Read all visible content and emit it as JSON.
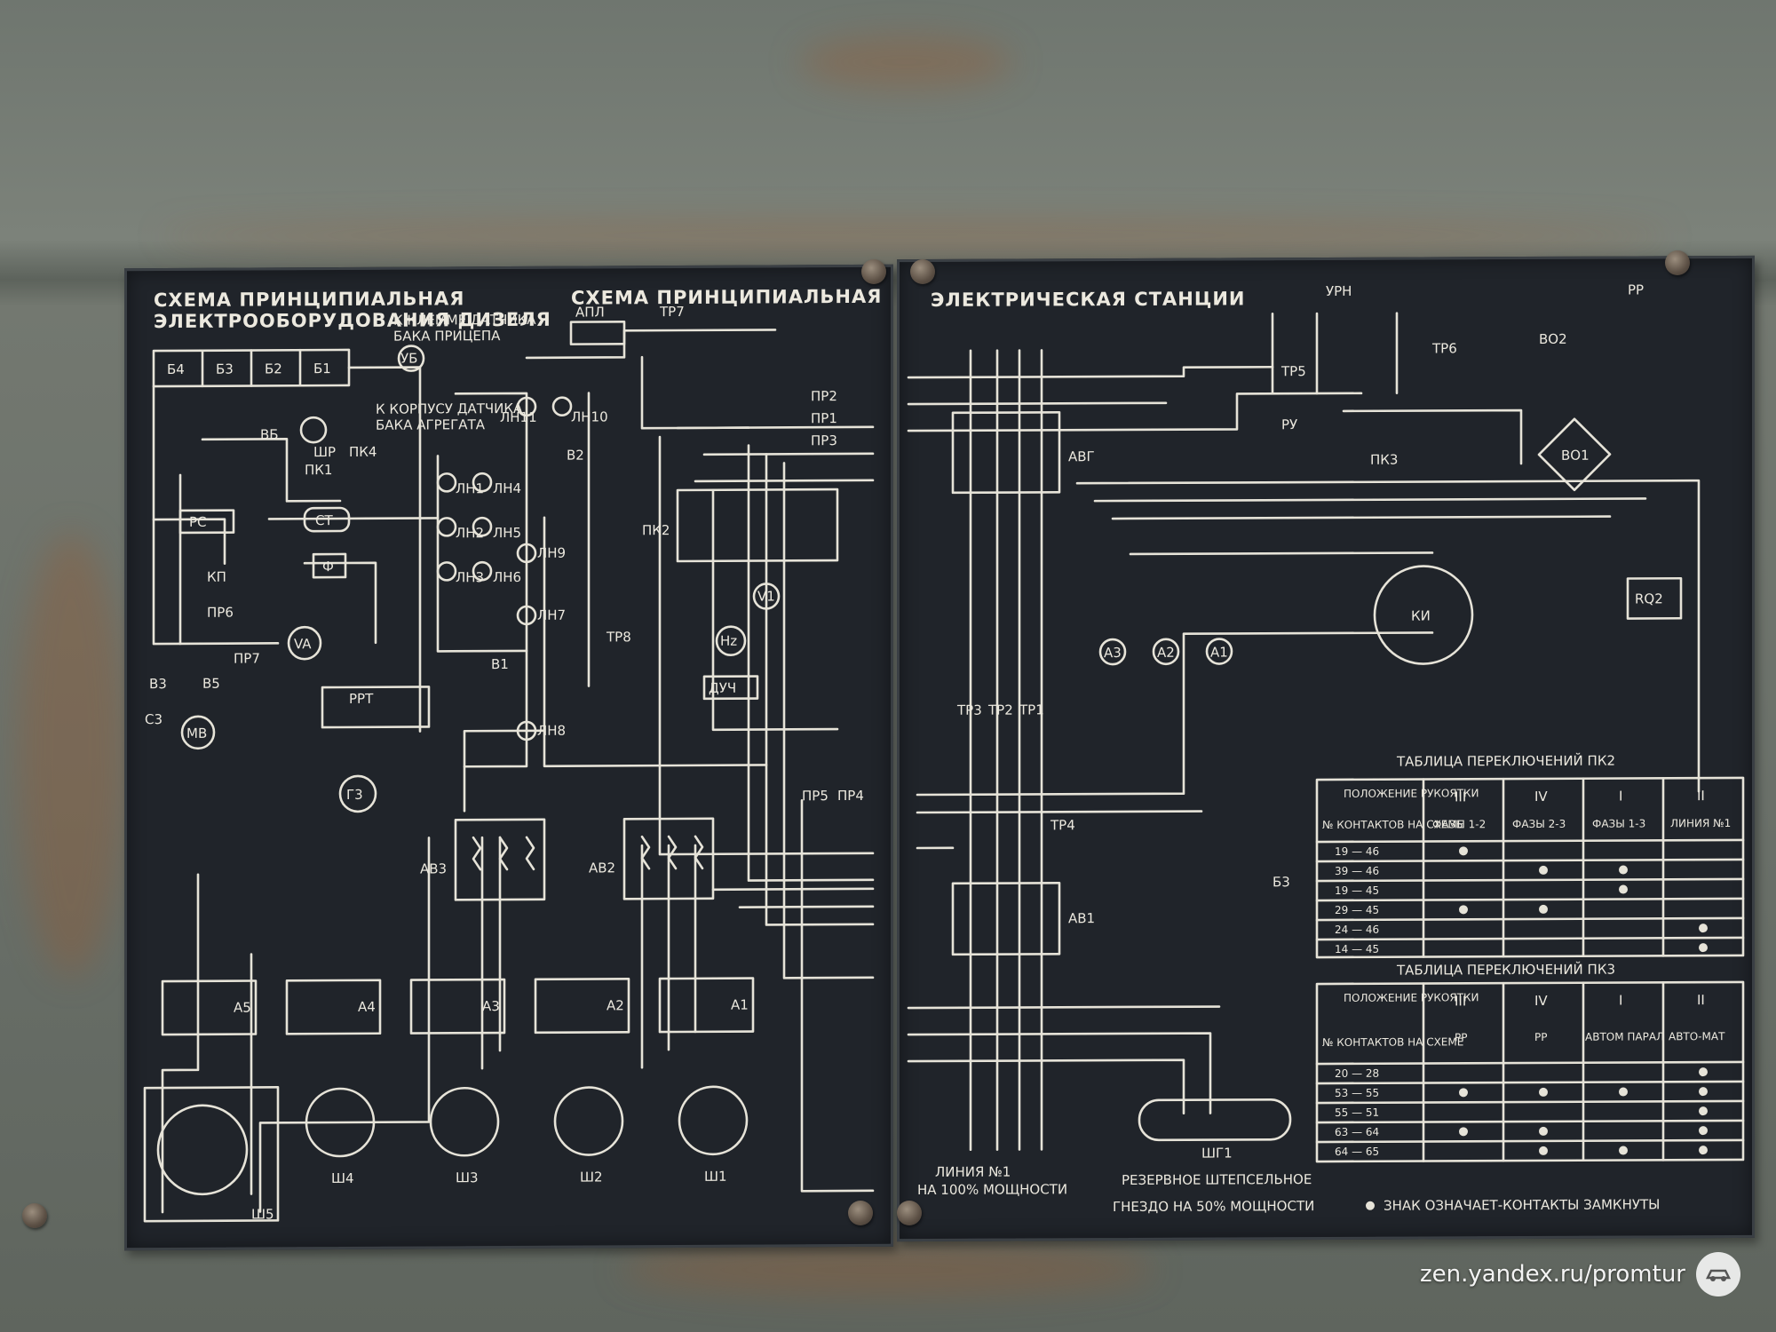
{
  "left_plate": {
    "title_top": "СХЕМА ПРИНЦИПИАЛЬНАЯ",
    "title_sub": "ЭЛЕКТРООБОРУДОВАНИЯ ДИЗЕЛЯ",
    "title_center": "СХЕМА ПРИНЦИПИАЛЬНАЯ",
    "sensor_tank_trailer_1": "К КЛЕММЕ ДАТЧИКА",
    "sensor_tank_trailer_2": "БАКА ПРИЦЕПА",
    "sensor_tank_unit_1": "К КОРПУСУ ДАТЧИКА",
    "sensor_tank_unit_2": "БАКА АГРЕГАТА",
    "batteries": [
      "Б4",
      "Б3",
      "Б2",
      "Б1"
    ],
    "components": [
      "АПЛ",
      "ТР7",
      "ВБ",
      "ПК1",
      "РС",
      "СТ",
      "КП",
      "ПР6",
      "ПР7",
      "VA",
      "Ф",
      "ЛН1",
      "ЛН2",
      "ЛН3",
      "ЛН4",
      "ЛН5",
      "ЛН6",
      "ЛН7",
      "ЛН8",
      "ЛН9",
      "ЛН10",
      "ЛН11",
      "В2",
      "В1",
      "РРТ",
      "Г3",
      "МВ",
      "УБ",
      "ШР",
      "ПК4",
      "ПК2",
      "ДУЧ",
      "Hz",
      "V1",
      "ТР8",
      "В3",
      "В5",
      "С3",
      "ПР2",
      "ПР1",
      "ПР3",
      "ПР4",
      "ПР5"
    ],
    "breakers": [
      "АВ3",
      "АВ2"
    ],
    "sockets": [
      "Ш5",
      "Ш4",
      "Ш3",
      "Ш2",
      "Ш1"
    ],
    "breaker_blocks": [
      "А5",
      "А4",
      "А3",
      "А2",
      "А1"
    ]
  },
  "right_plate": {
    "title": "ЭЛЕКТРИЧЕСКАЯ СТАНЦИИ",
    "components": [
      "АВГ",
      "АВ1",
      "ТР3",
      "ТР2",
      "ТР1",
      "ТР4",
      "ТР5",
      "ТР6",
      "А3",
      "А2",
      "А1",
      "КИ",
      "RQ2",
      "ПК3",
      "ВО1",
      "ВО2",
      "РУ",
      "УРН",
      "РР",
      "ШГ1",
      "Б3"
    ],
    "line_label_1": "ЛИНИЯ №1",
    "line_label_2": "НА 100% МОЩНОСТИ",
    "reserve_label_1": "РЕЗЕРВНОЕ ШТЕПСЕЛЬНОЕ",
    "reserve_label_2": "ГНЕЗДО НА 50% МОЩНОСТИ",
    "legend": "ЗНАК ОЗНАЧАЕТ-КОНТАКТЫ ЗАМКНУТЫ",
    "table_pk2": {
      "title": "ТАБЛИЦА ПЕРЕКЛЮЧЕНИЙ ПК2",
      "corner_top": "ПОЛОЖЕНИЕ РУКОЯТКИ",
      "corner_bottom": "№ КОНТАКТОВ НА СХЕМЕ",
      "columns": [
        {
          "pos": "III",
          "label": "ФАЗЫ 1-2"
        },
        {
          "pos": "IV",
          "label": "ФАЗЫ 2-3"
        },
        {
          "pos": "I",
          "label": "ФАЗЫ 1-3"
        },
        {
          "pos": "II",
          "label": "ЛИНИЯ №1"
        }
      ],
      "rows": [
        {
          "c": "19 — 46",
          "dots": [
            1,
            0,
            0,
            0
          ]
        },
        {
          "c": "39 — 46",
          "dots": [
            0,
            1,
            1,
            0
          ]
        },
        {
          "c": "19 — 45",
          "dots": [
            0,
            0,
            1,
            0
          ]
        },
        {
          "c": "29 — 45",
          "dots": [
            1,
            1,
            0,
            0
          ]
        },
        {
          "c": "24 — 46",
          "dots": [
            0,
            0,
            0,
            1
          ]
        },
        {
          "c": "14 — 45",
          "dots": [
            0,
            0,
            0,
            1
          ]
        }
      ]
    },
    "table_pk3": {
      "title": "ТАБЛИЦА ПЕРЕКЛЮЧЕНИЙ ПК3",
      "corner_top": "ПОЛОЖЕНИЕ РУКОЯТКИ",
      "corner_bottom": "№ КОНТАКТОВ НА СХЕМЕ",
      "columns": [
        {
          "pos": "III",
          "label": "РР"
        },
        {
          "pos": "IV",
          "label": "РР"
        },
        {
          "pos": "I",
          "label": "АВТОМ ПАРАЛ"
        },
        {
          "pos": "II",
          "label": "АВТО-МАТ"
        }
      ],
      "rows": [
        {
          "c": "20 — 28",
          "dots": [
            0,
            0,
            0,
            1
          ]
        },
        {
          "c": "53 — 55",
          "dots": [
            1,
            1,
            1,
            1
          ]
        },
        {
          "c": "55 — 51",
          "dots": [
            0,
            0,
            0,
            1
          ]
        },
        {
          "c": "63 — 64",
          "dots": [
            1,
            1,
            0,
            1
          ]
        },
        {
          "c": "64 — 65",
          "dots": [
            0,
            1,
            1,
            1
          ]
        }
      ]
    }
  },
  "watermark": "zen.yandex.ru/promtur"
}
